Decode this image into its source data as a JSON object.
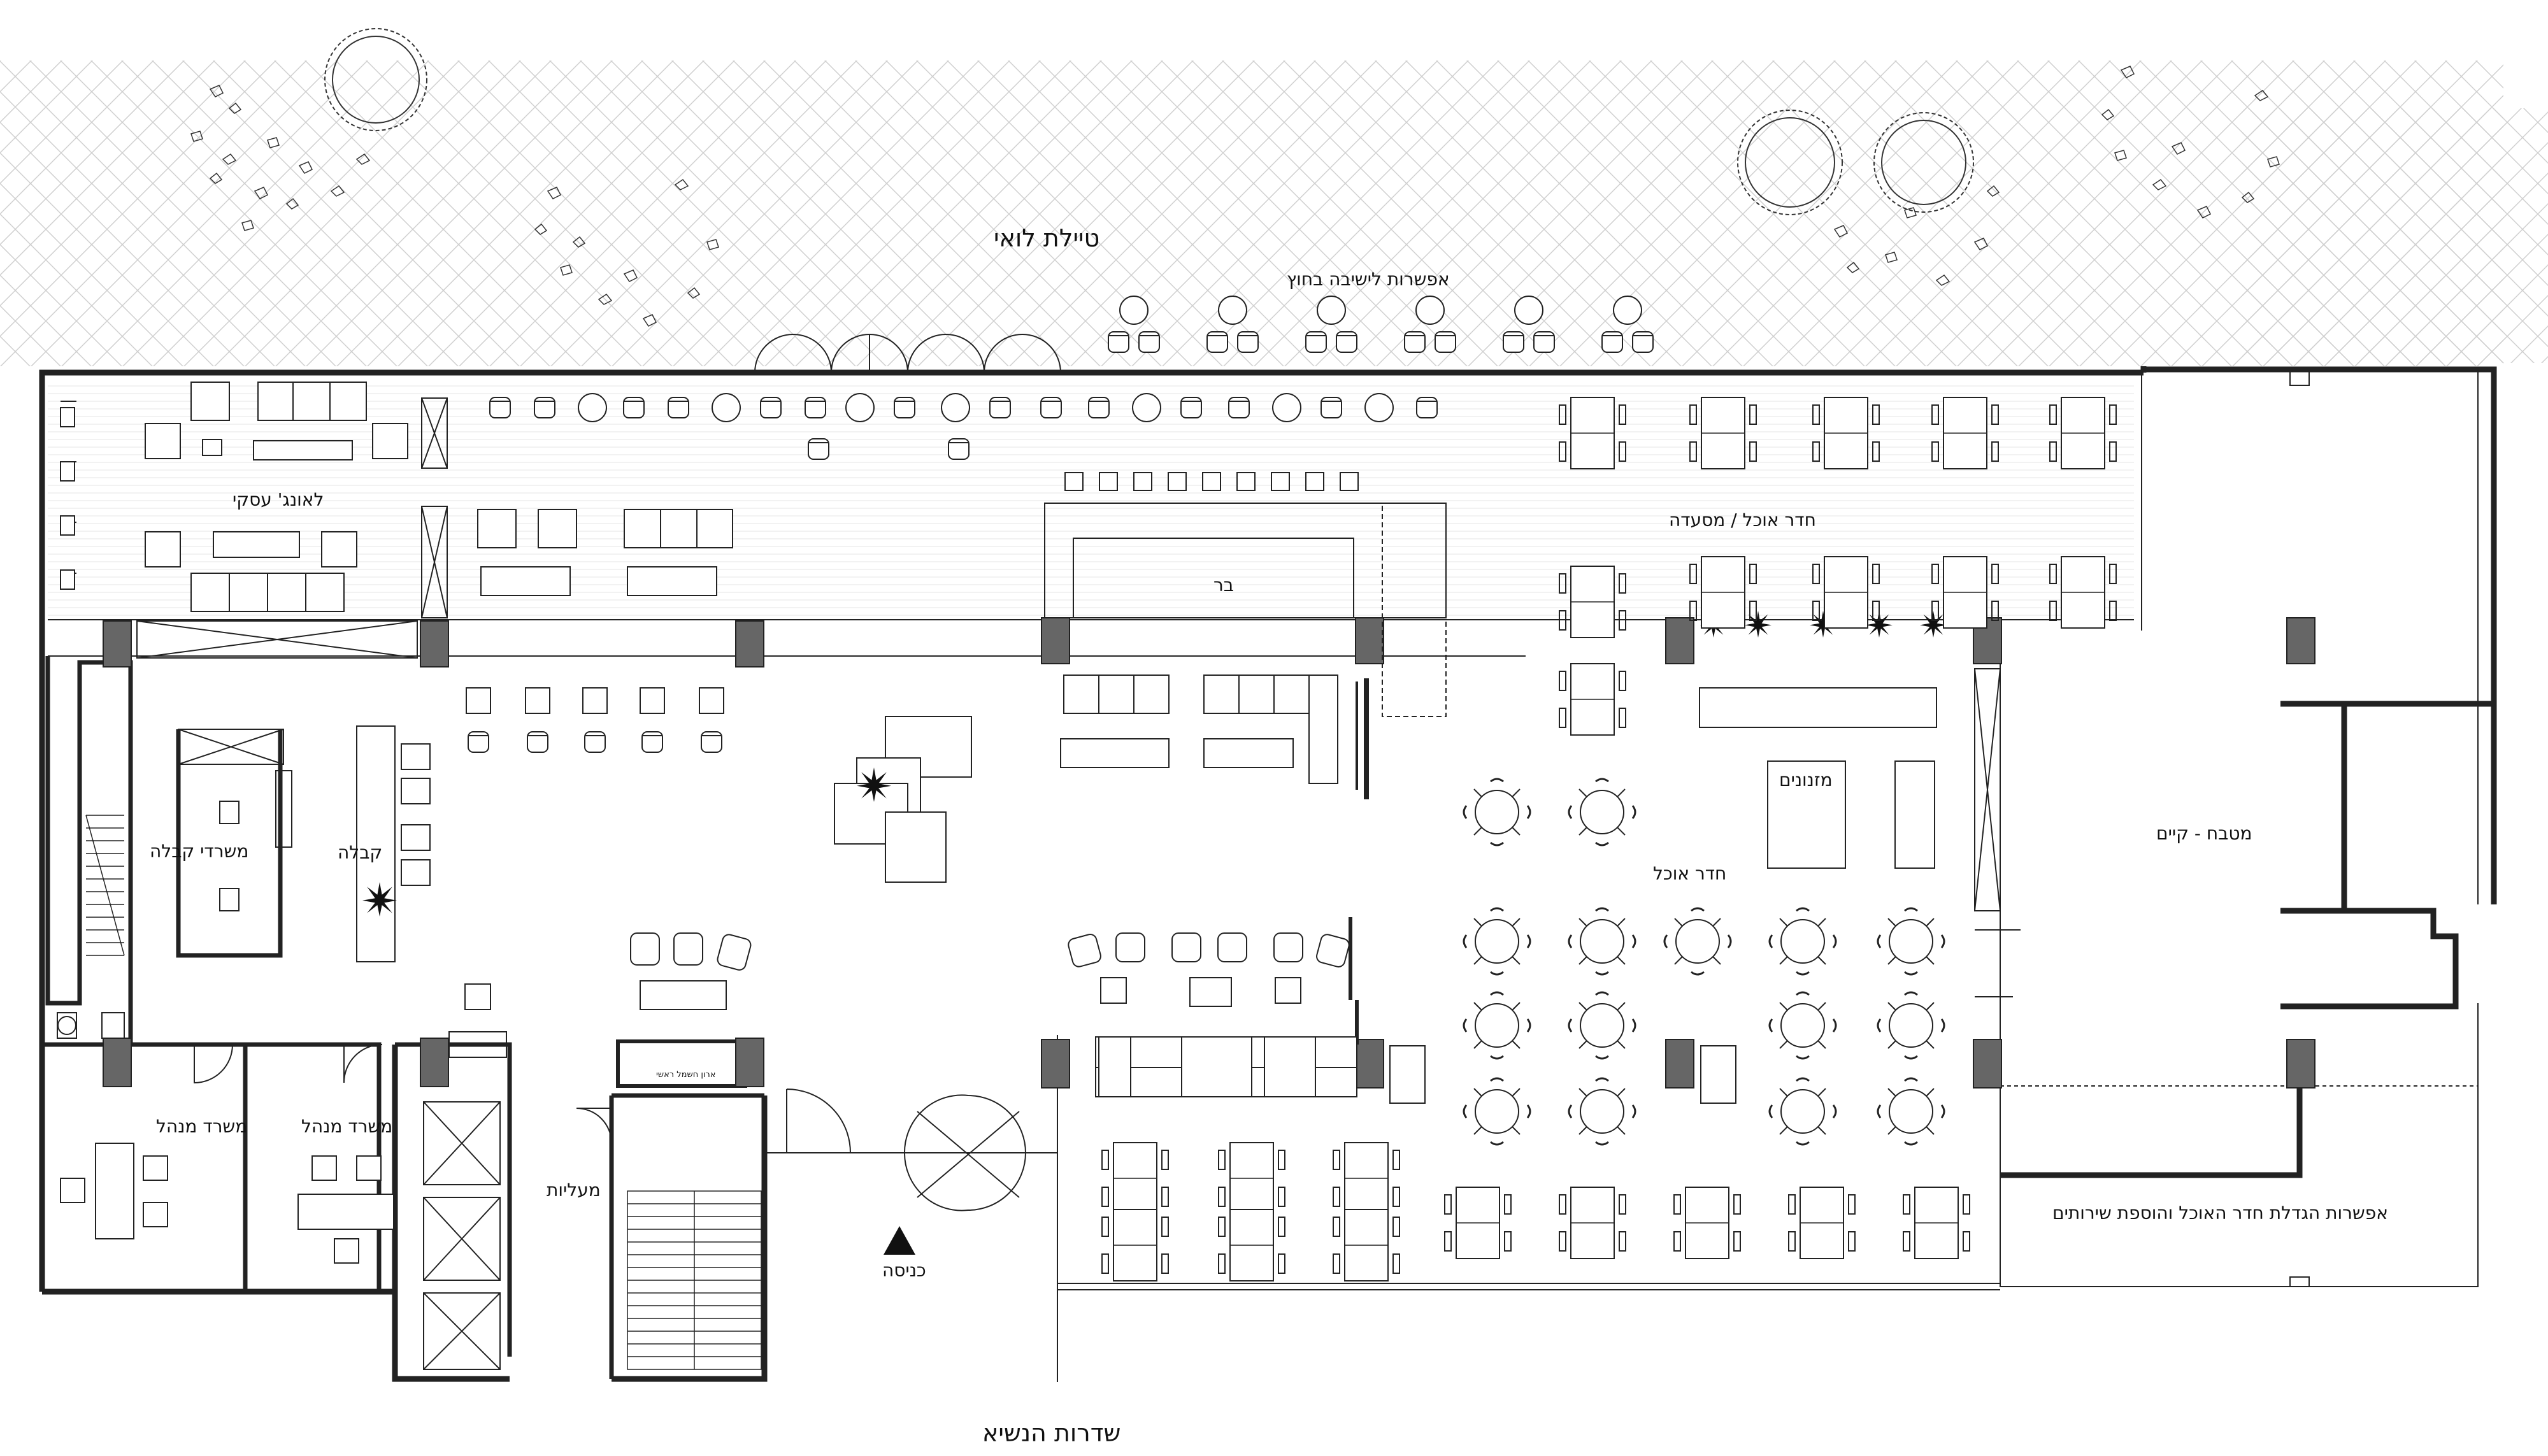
{
  "labels": {
    "promenade": "טיילת לואי",
    "outdoor_seating": "אפשרות לישיבה בחוץ",
    "business_lounge": "לאונג' עסקי",
    "dining_restaurant": "חדר אוכל / מסעדה",
    "bar": "בר",
    "sideboards": "מזנונים",
    "dining_room": "חדר אוכל",
    "kitchen": "מטבח - קיים",
    "reception": "קבלה",
    "reception_offices": "משרדי קבלה",
    "manager_office_1": "משרד מנהל",
    "manager_office_2": "משרד מנהל",
    "elevators": "מעליות",
    "entrance": "כניסה",
    "expansion": "אפשרות הגדלת חדר האוכל והוספת שירותים",
    "storage": "ארון חשמל ראשי",
    "street": "שדרות הנשיא"
  },
  "colors": {
    "line": "#222222",
    "column": "#666666",
    "hatch": "#cfcfcf",
    "plant": "#111111"
  }
}
